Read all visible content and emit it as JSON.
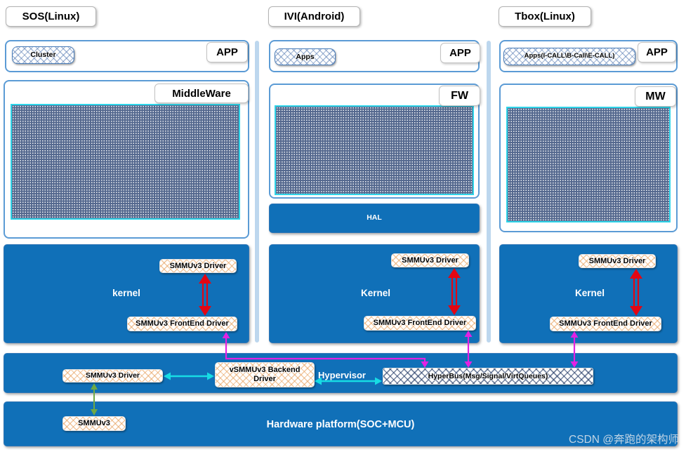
{
  "os_columns": [
    {
      "title": "SOS(Linux)",
      "app_badge": "APP",
      "app_chip": "Cluster",
      "layer_badge": "MiddleWare",
      "kernel_label": "kernel",
      "smmu_driver": "SMMUv3 Driver",
      "frontend_driver": "SMMUv3 FrontEnd Driver"
    },
    {
      "title": "IVI(Android)",
      "app_badge": "APP",
      "app_chip": "Apps",
      "layer_badge": "FW",
      "hal_label": "HAL",
      "kernel_label": "Kernel",
      "smmu_driver": "SMMUv3 Driver",
      "frontend_driver": "SMMUv3 FrontEnd Driver"
    },
    {
      "title": "Tbox(Linux)",
      "app_badge": "APP",
      "app_chip": "Apps(I-CALL\\B-Call\\E-CALL)",
      "layer_badge": "MW",
      "kernel_label": "Kernel",
      "smmu_driver": "SMMUv3 Driver",
      "frontend_driver": "SMMUv3 FrontEnd Driver"
    }
  ],
  "hypervisor": {
    "label": "Hypervisor",
    "smmu_driver": "SMMUv3 Driver",
    "backend_driver": "vSMMUv3 Backend Driver",
    "hyperbus": "HyperBus(Msg/Signal/VirtQueues)"
  },
  "hardware": {
    "label": "Hardware platform(SOC+MCU)",
    "smmu": "SMMUv3"
  },
  "watermark": "CSDN @奔跑的架构师",
  "colors": {
    "primary_blue": "#1070b8",
    "container_border": "#5b9bd5",
    "separator_blue": "#bdd7ee",
    "dotted_fill": "#54688e",
    "dotted_border": "#2fd5e9",
    "hatch_orange": "#e7a260",
    "hatch_blue": "#5a7db4",
    "hatch_navy": "#203864",
    "arrow_red": "#e30613",
    "arrow_magenta": "#e321e3",
    "arrow_cyan": "#17dce4",
    "arrow_green": "#6fa845"
  }
}
